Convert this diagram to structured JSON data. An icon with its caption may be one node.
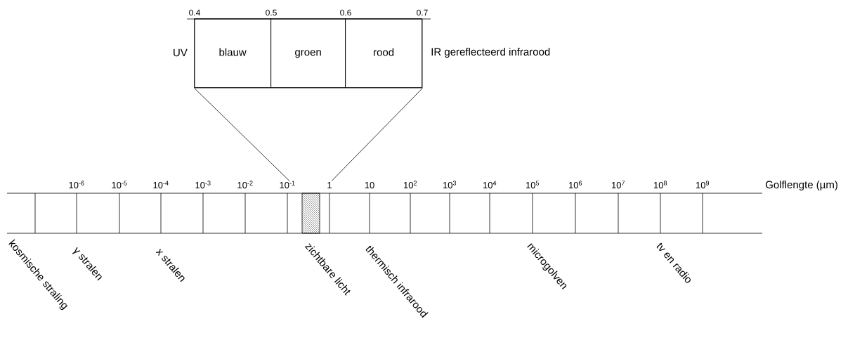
{
  "diagram": {
    "nodes": [
      {
        "text": [],
        "shape": "box"
      },
      {
        "text": [
          "blauw"
        ],
        "in": 0
      },
      {
        "text": [
          "groen"
        ],
        "in": 0
      },
      {
        "text": [
          "rood"
        ],
        "in": 0
      },
      {
        "text": [],
        "shape": "bar"
      }
    ],
    "edges": [
      {
        "from": 0,
        "to": 4,
        "arrow": "none"
      },
      {
        "from": 0,
        "to": 4,
        "arrow": "none"
      }
    ],
    "labels": [
      "0.4",
      "0.5",
      "0.6",
      "0.7",
      "UV",
      "IR gereflecteerd infrarood",
      "10$^{-6}$",
      "10$^{-5}$",
      "10$^{-4}$",
      "10$^{-3}$",
      "10$^{-2}$",
      "10$^{-1}$",
      "1",
      "10",
      "10$^{2}$",
      "10$^{3}$",
      "10$^{4}$",
      "10$^{5}$",
      "10$^{6}$",
      "10$^{7}$",
      "10$^{8}$",
      "10$^{9}$",
      "Golflengte (µm)",
      "kosmische straling",
      "γ stralen",
      "x stralen",
      "zichtbare licht",
      "thermisch infrarood",
      "microgolven",
      "tv en radio"
    ]
  }
}
